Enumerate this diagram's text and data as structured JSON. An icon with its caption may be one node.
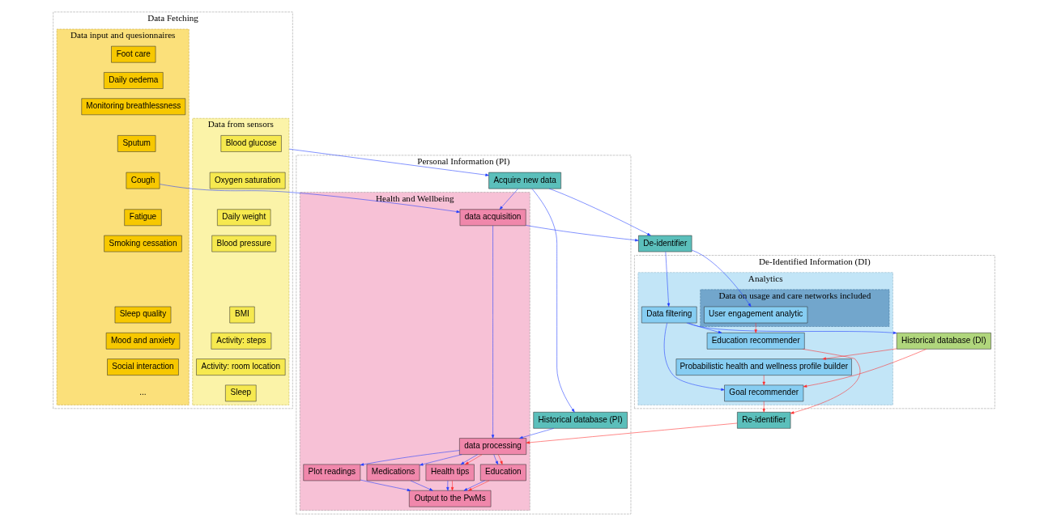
{
  "diagram": {
    "nodes": [
      {
        "text": [
          "Data Fetching"
        ]
      },
      {
        "text": [
          "Data from sensors"
        ],
        "in": 0
      },
      {
        "text": [
          "Blood glucose"
        ],
        "in": 1
      },
      {
        "text": [
          "Oxygen saturation"
        ],
        "in": 1
      },
      {
        "text": [
          "Daily weight"
        ],
        "in": 1
      },
      {
        "text": [
          "Blood pressure"
        ],
        "in": 1
      },
      {
        "text": [
          "BMI"
        ],
        "in": 1
      },
      {
        "text": [
          "Activity: steps"
        ],
        "in": 1
      },
      {
        "text": [
          "Activity: room location"
        ],
        "in": 1
      },
      {
        "text": [
          "Sleep"
        ],
        "in": 1
      },
      {
        "text": [
          "Data input and quesionnaires"
        ],
        "in": 0
      },
      {
        "text": [
          "Foot care"
        ],
        "in": 10
      },
      {
        "text": [
          "Daily oedema"
        ],
        "in": 10
      },
      {
        "text": [
          "Monitoring breathlessness"
        ],
        "in": 10
      },
      {
        "text": [
          "Sputum"
        ],
        "in": 10
      },
      {
        "text": [
          "Cough"
        ],
        "in": 10
      },
      {
        "text": [
          "Fatigue"
        ],
        "in": 10
      },
      {
        "text": [
          "Smoking cessation"
        ],
        "in": 10
      },
      {
        "text": [
          "Sleep quality"
        ],
        "in": 10
      },
      {
        "text": [
          "Mood and anxiety"
        ],
        "in": 10
      },
      {
        "text": [
          "Social interaction"
        ],
        "in": 10
      },
      {
        "text": [
          "..."
        ],
        "in": 10
      },
      {
        "text": [
          "Personal Information (PI)"
        ]
      },
      {
        "text": [
          "Acquire new data"
        ],
        "in": 22
      },
      {
        "text": [
          "Historical database (PI)"
        ],
        "in": 22
      },
      {
        "text": [
          "De-identifier"
        ]
      },
      {
        "text": [
          "Re-identifier"
        ]
      },
      {
        "text": [
          "Health and Wellbeing"
        ],
        "in": 22
      },
      {
        "text": [
          "data acquisition"
        ],
        "in": 27
      },
      {
        "text": [
          "data processing"
        ],
        "in": 27
      },
      {
        "text": [
          "Plot readings"
        ],
        "in": 27
      },
      {
        "text": [
          "Medications"
        ],
        "in": 27
      },
      {
        "text": [
          "Health tips"
        ],
        "in": 27
      },
      {
        "text": [
          "Education"
        ],
        "in": 27
      },
      {
        "text": [
          "Output to the PwMs"
        ],
        "in": 27
      },
      {
        "text": [
          "De-Identified Information (DI)"
        ]
      },
      {
        "text": [
          "Historical database (DI)"
        ],
        "in": 35
      },
      {
        "text": [
          "Analytics"
        ],
        "in": 35
      },
      {
        "text": [
          "Data filtering"
        ],
        "in": 37
      },
      {
        "text": [
          "Goal recommender"
        ],
        "in": 37
      },
      {
        "text": [
          "Education recommender"
        ],
        "in": 37
      },
      {
        "text": [
          "Probabilistic health and wellness profile builder"
        ],
        "in": 37
      },
      {
        "text": [
          "Data on usage and care networks included"
        ],
        "in": 37
      },
      {
        "text": [
          "User engagement analytic"
        ],
        "in": 42
      }
    ],
    "edges": [
      {
        "from": 1,
        "to": 23,
        "arrow": "to"
      },
      {
        "from": 23,
        "to": 24,
        "arrow": "to"
      },
      {
        "from": 23,
        "to": 28,
        "arrow": "to"
      },
      {
        "from": 23,
        "to": 25,
        "arrow": "to"
      },
      {
        "from": 28,
        "to": 25,
        "arrow": "to"
      },
      {
        "from": 24,
        "to": 29,
        "arrow": "to"
      },
      {
        "from": 15,
        "to": 28,
        "arrow": "to"
      },
      {
        "from": 28,
        "to": 29,
        "arrow": "to"
      },
      {
        "from": 26,
        "to": 29,
        "arrow": "to",
        "color": "#ff2a2a"
      },
      {
        "from": 29,
        "to": 30,
        "arrow": "to"
      },
      {
        "from": 29,
        "to": 31,
        "arrow": "to"
      },
      {
        "from": 29,
        "to": 32,
        "arrow": "to"
      },
      {
        "from": 29,
        "to": 33,
        "arrow": "to"
      },
      {
        "from": 29,
        "to": 32,
        "arrow": "to",
        "color": "#ff2a2a"
      },
      {
        "from": 29,
        "to": 33,
        "arrow": "to",
        "color": "#ff2a2a"
      },
      {
        "from": 30,
        "to": 34,
        "arrow": "to"
      },
      {
        "from": 31,
        "to": 34,
        "arrow": "to"
      },
      {
        "from": 32,
        "to": 34,
        "arrow": "to"
      },
      {
        "from": 33,
        "to": 34,
        "arrow": "to"
      },
      {
        "from": 32,
        "to": 34,
        "arrow": "to",
        "color": "#ff2a2a"
      },
      {
        "from": 33,
        "to": 34,
        "arrow": "to",
        "color": "#ff2a2a"
      },
      {
        "from": 25,
        "to": 38,
        "arrow": "to"
      },
      {
        "from": 25,
        "to": 43,
        "arrow": "to"
      },
      {
        "from": 38,
        "to": 36,
        "arrow": "to"
      },
      {
        "from": 38,
        "to": 39,
        "arrow": "to"
      },
      {
        "from": 38,
        "to": 40,
        "arrow": "to"
      },
      {
        "from": 36,
        "to": 39,
        "arrow": "to",
        "color": "#ff2a2a"
      },
      {
        "from": 36,
        "to": 41,
        "arrow": "to",
        "color": "#ff2a2a"
      },
      {
        "from": 39,
        "to": 26,
        "arrow": "to",
        "color": "#ff2a2a"
      },
      {
        "from": 40,
        "to": 26,
        "arrow": "to",
        "color": "#ff2a2a"
      },
      {
        "from": 41,
        "to": 39,
        "arrow": "to",
        "color": "#ff2a2a"
      },
      {
        "from": 43,
        "to": 40,
        "arrow": "to",
        "color": "#ff2a2a"
      }
    ]
  }
}
